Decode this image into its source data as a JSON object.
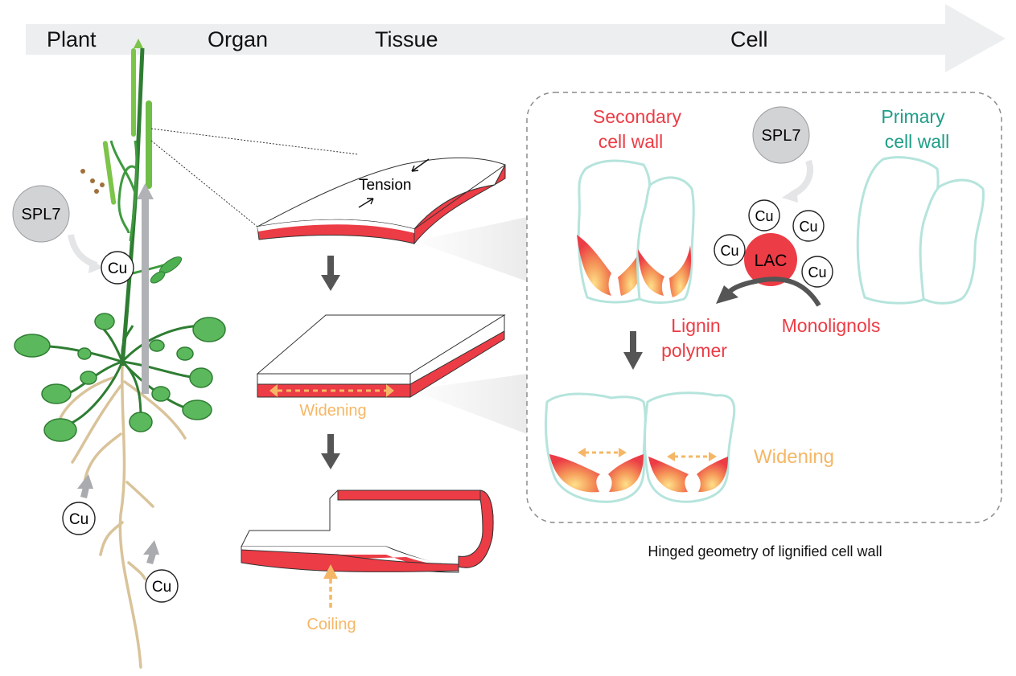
{
  "scale_bar": {
    "labels": [
      "Plant",
      "Organ",
      "Tissue",
      "Cell"
    ],
    "color": "#eceef0"
  },
  "plant": {
    "spl7_label": "SPL7",
    "cu_labels": [
      "Cu",
      "Cu",
      "Cu"
    ]
  },
  "tissue": {
    "tension_label": "Tension",
    "widening_label": "Widening",
    "coiling_label": "Coiling"
  },
  "cell": {
    "secondary_wall_label": [
      "Secondary",
      "cell wall"
    ],
    "primary_wall_label": [
      "Primary",
      "cell wall"
    ],
    "spl7_label": "SPL7",
    "lac_label": "LAC",
    "cu_labels": [
      "Cu",
      "Cu",
      "Cu",
      "Cu"
    ],
    "lignin_label": [
      "Lignin",
      "polymer"
    ],
    "monolignols_label": "Monolignols",
    "widening_label": "Widening",
    "caption": "Hinged geometry of lignified cell wall"
  },
  "colors": {
    "red": "#ec3c45",
    "teal": "#1e9e88",
    "orange": "#f5b766",
    "gray_circle": "#d2d3d5",
    "leaf_green": "#4caf50",
    "stem_green": "#2e7d32",
    "root": "#d9c39a",
    "arrow_gray": "#555555"
  }
}
